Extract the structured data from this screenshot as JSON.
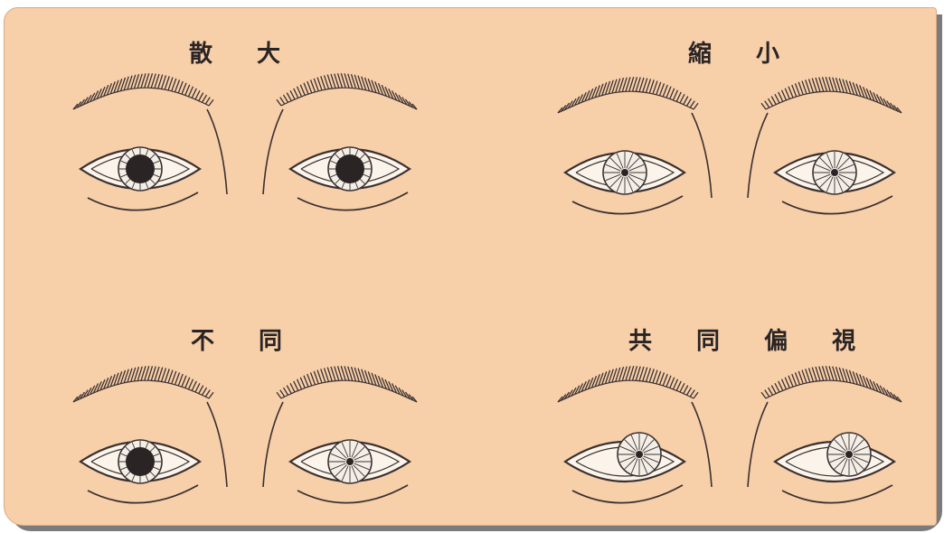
{
  "panels": {
    "dilated": {
      "label": "散 大"
    },
    "constricted": {
      "label": "縮 小"
    },
    "unequal": {
      "label": "不 同"
    },
    "conjugate_deviation": {
      "label": "共 同 偏 視"
    }
  },
  "colors": {
    "background": "#f7cfa9",
    "ink": "#3a3030",
    "sclera": "#fbf4ea"
  }
}
